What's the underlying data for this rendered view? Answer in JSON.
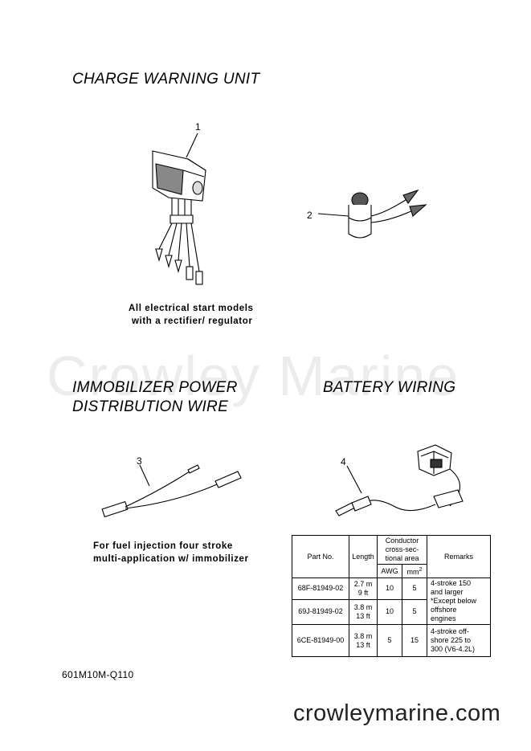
{
  "headings": {
    "charge_warning_unit": "CHARGE WARNING UNIT",
    "immobilizer_line1": "IMMOBILIZER POWER",
    "immobilizer_line2": "DISTRIBUTION WIRE",
    "battery_wiring": "BATTERY WIRING"
  },
  "callouts": {
    "c1": "1",
    "c2": "2",
    "c3": "3",
    "c4": "4"
  },
  "captions": {
    "charge_line1": "All electrical start models",
    "charge_line2": "with a rectifier/ regulator",
    "immob_line1": "For fuel injection four stroke",
    "immob_line2": "multi-application w/ immobilizer"
  },
  "watermark": "Crowley Marine",
  "table": {
    "headers": {
      "part_no": "Part No.",
      "length": "Length",
      "conductor_line1": "Conductor",
      "conductor_line2": "cross-sec-",
      "conductor_line3": "tional area",
      "awg": "AWG",
      "mm2": "mm",
      "mm2_sup": "2",
      "remarks": "Remarks"
    },
    "rows": [
      {
        "part_no": "68F-81949-02",
        "length_m": "2.7 m",
        "length_ft": "9 ft",
        "awg": "10",
        "mm2": "5"
      },
      {
        "part_no": "69J-81949-02",
        "length_m": "3.8 m",
        "length_ft": "13 ft",
        "awg": "10",
        "mm2": "5"
      },
      {
        "part_no": "6CE-81949-00",
        "length_m": "3.8 m",
        "length_ft": "13 ft",
        "awg": "5",
        "mm2": "15"
      }
    ],
    "remarks_a": [
      "4-stroke 150",
      "and larger",
      "*Except below",
      "offshore",
      "engines"
    ],
    "remarks_b": [
      "4-stroke off-",
      "shore 225 to",
      "300 (V6-4.2L)"
    ]
  },
  "doc_code": "601M10M-Q110",
  "footer_url": "crowleymarine.com"
}
